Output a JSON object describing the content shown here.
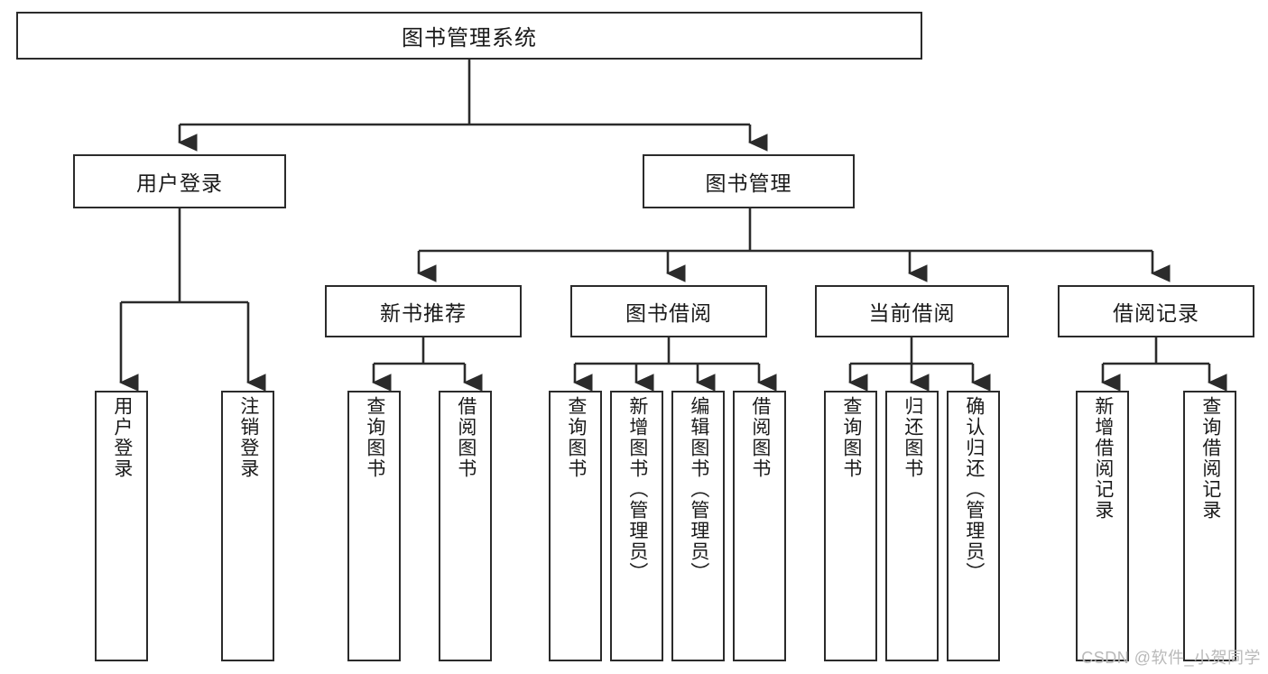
{
  "diagram": {
    "type": "tree-hierarchy",
    "title": "图书管理系统",
    "root": {
      "id": "root",
      "label": "图书管理系统",
      "orientation": "horizontal"
    },
    "tier2": [
      {
        "id": "user-login",
        "label": "用户登录",
        "orientation": "horizontal"
      },
      {
        "id": "book-management",
        "label": "图书管理",
        "orientation": "horizontal"
      }
    ],
    "tier3": [
      {
        "id": "new-book-recommend",
        "label": "新书推荐",
        "orientation": "horizontal"
      },
      {
        "id": "book-borrow",
        "label": "图书借阅",
        "orientation": "horizontal"
      },
      {
        "id": "current-borrow",
        "label": "当前借阅",
        "orientation": "horizontal"
      },
      {
        "id": "borrow-record",
        "label": "借阅记录",
        "orientation": "horizontal"
      }
    ],
    "leaves": {
      "user_login": [
        {
          "id": "leaf-user-login",
          "label": "用户登录"
        },
        {
          "id": "leaf-logout",
          "label": "注销登录"
        }
      ],
      "new_book_recommend": [
        {
          "id": "leaf-query-book-1",
          "label": "查询图书"
        },
        {
          "id": "leaf-borrow-book-1",
          "label": "借阅图书"
        }
      ],
      "book_borrow": [
        {
          "id": "leaf-query-book-2",
          "label": "查询图书"
        },
        {
          "id": "leaf-add-book",
          "label": "新增图书（管理员）"
        },
        {
          "id": "leaf-edit-book",
          "label": "编辑图书（管理员）"
        },
        {
          "id": "leaf-borrow-book-2",
          "label": "借阅图书"
        }
      ],
      "current_borrow": [
        {
          "id": "leaf-query-book-3",
          "label": "查询图书"
        },
        {
          "id": "leaf-return-book",
          "label": "归还图书"
        },
        {
          "id": "leaf-confirm-return",
          "label": "确认归还（管理员）"
        }
      ],
      "borrow_record": [
        {
          "id": "leaf-add-record",
          "label": "新增借阅记录"
        },
        {
          "id": "leaf-query-record",
          "label": "查询借阅记录"
        }
      ]
    },
    "colors": {
      "stroke": "#2b2b2b",
      "fill": "#ffffff",
      "text": "#1a1a1a",
      "watermark": "#b9b9b9"
    }
  },
  "watermark": {
    "text": "CSDN @软件_小贺同学"
  }
}
